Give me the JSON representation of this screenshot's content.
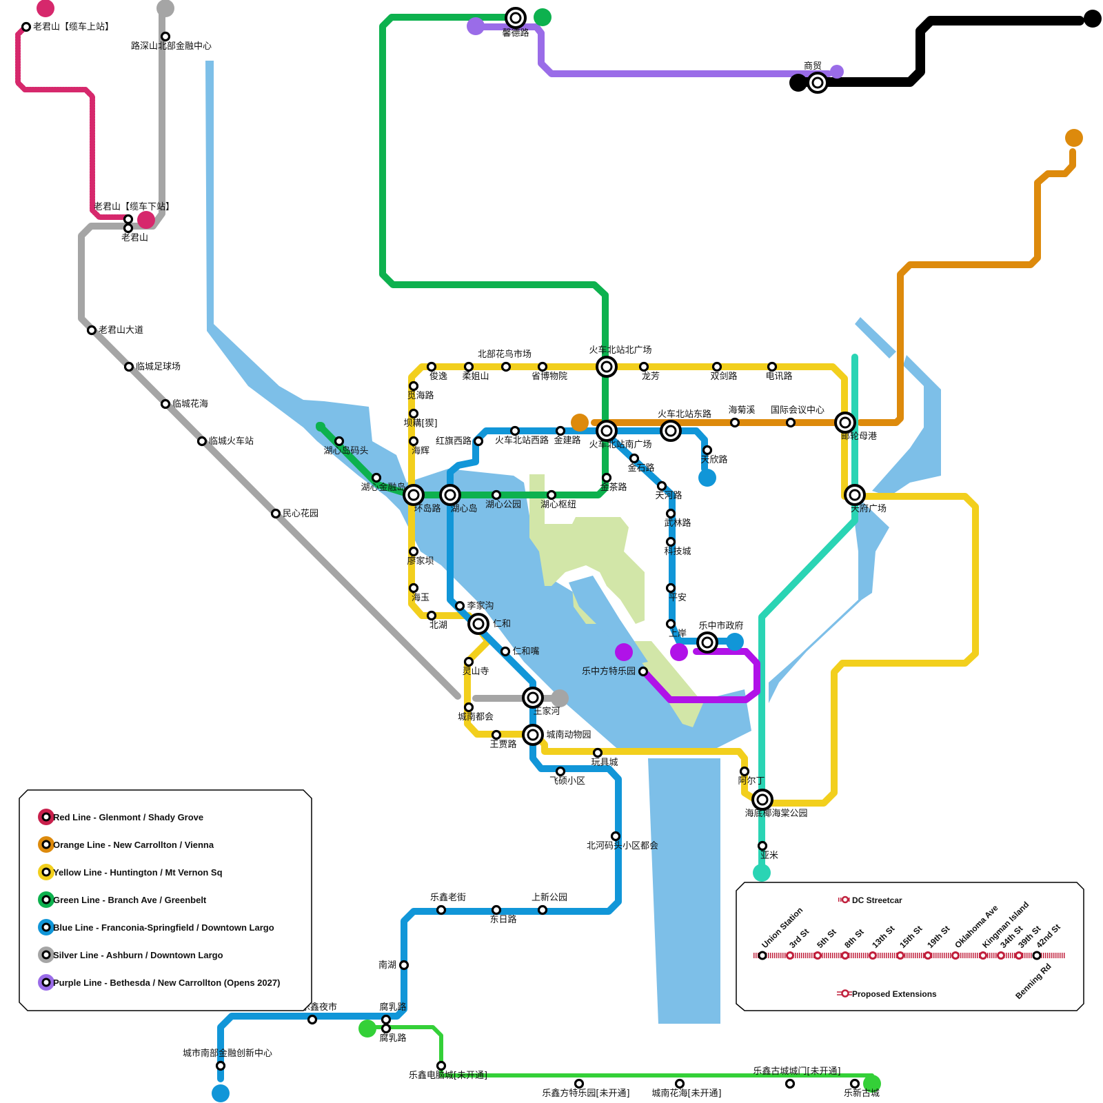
{
  "colors": {
    "red": "#d6286c",
    "orange": "#dd8a0c",
    "yellow": "#f2cf1d",
    "green": "#0db14e",
    "blue": "#1196d8",
    "silver": "#a5a5a5",
    "purple": "#9a6ce8",
    "black": "#000000",
    "teal": "#2ad4b4",
    "lightgreen": "#34d038",
    "violet": "#b012e8",
    "water": "#7dbfe8",
    "park": "#d2e6a8",
    "streetcar": "#c0203c"
  },
  "stations": [
    {
      "id": "s1",
      "name": "老君山【缆车上站】"
    },
    {
      "id": "s2",
      "name": "路深山北部金融中心"
    },
    {
      "id": "s3",
      "name": "老君山【缆车下站】"
    },
    {
      "id": "s4",
      "name": "老君山"
    },
    {
      "id": "s5",
      "name": "老君山大道"
    },
    {
      "id": "s6",
      "name": "临城足球场"
    },
    {
      "id": "s7",
      "name": "临城花海"
    },
    {
      "id": "s8",
      "name": "临城火车站"
    },
    {
      "id": "s9",
      "name": "民心花园"
    },
    {
      "id": "s10",
      "name": "馨德路"
    },
    {
      "id": "s11",
      "name": "商贸"
    },
    {
      "id": "s12",
      "name": "俊逸"
    },
    {
      "id": "s13",
      "name": "柔姐山"
    },
    {
      "id": "s14",
      "name": "北部花鸟市场"
    },
    {
      "id": "s15",
      "name": "省博物院"
    },
    {
      "id": "s16",
      "name": "火车北站北广场"
    },
    {
      "id": "s17",
      "name": "龙芳"
    },
    {
      "id": "s18",
      "name": "双剑路"
    },
    {
      "id": "s19",
      "name": "电讯路"
    },
    {
      "id": "s20",
      "name": "觅海路"
    },
    {
      "id": "s21",
      "name": "坝耩[猰]"
    },
    {
      "id": "s22",
      "name": "海辉"
    },
    {
      "id": "s23",
      "name": "湖心岛码头"
    },
    {
      "id": "s24",
      "name": "湖心金融岛"
    },
    {
      "id": "s25",
      "name": "红旗西路"
    },
    {
      "id": "s26",
      "name": "火车北站西路"
    },
    {
      "id": "s27",
      "name": "金建路"
    },
    {
      "id": "s28",
      "name": "火车北站南广场"
    },
    {
      "id": "s29",
      "name": "火车北站东路"
    },
    {
      "id": "s30",
      "name": "海菊溪"
    },
    {
      "id": "s31",
      "name": "国际会议中心"
    },
    {
      "id": "s32",
      "name": "邮轮母港"
    },
    {
      "id": "s33",
      "name": "天欣路"
    },
    {
      "id": "s34",
      "name": "金石路"
    },
    {
      "id": "s35",
      "name": "金茶路"
    },
    {
      "id": "s36",
      "name": "天河路"
    },
    {
      "id": "s37",
      "name": "武林路"
    },
    {
      "id": "s38",
      "name": "科技城"
    },
    {
      "id": "s39",
      "name": "平安"
    },
    {
      "id": "s40",
      "name": "上岸"
    },
    {
      "id": "s41",
      "name": "乐中市政府"
    },
    {
      "id": "s42",
      "name": "天府广场"
    },
    {
      "id": "s43",
      "name": "环岛路"
    },
    {
      "id": "s44",
      "name": "湖心岛"
    },
    {
      "id": "s45",
      "name": "湖心公园"
    },
    {
      "id": "s46",
      "name": "湖心枢纽"
    },
    {
      "id": "s47",
      "name": "廖家坝"
    },
    {
      "id": "s48",
      "name": "海玉"
    },
    {
      "id": "s49",
      "name": "北湖"
    },
    {
      "id": "s50",
      "name": "李家沟"
    },
    {
      "id": "s51",
      "name": "仁和"
    },
    {
      "id": "s52",
      "name": "仁和嘴"
    },
    {
      "id": "s53",
      "name": "灵山寺"
    },
    {
      "id": "s54",
      "name": "王家河"
    },
    {
      "id": "s55",
      "name": "城南都会"
    },
    {
      "id": "s56",
      "name": "王贾路"
    },
    {
      "id": "s57",
      "name": "城南动物园"
    },
    {
      "id": "s58",
      "name": "乐中方特乐园"
    },
    {
      "id": "s59",
      "name": "玩具城"
    },
    {
      "id": "s60",
      "name": "飞硕小区"
    },
    {
      "id": "s61",
      "name": "阿尔丁"
    },
    {
      "id": "s62",
      "name": "海底椰海棠公园"
    },
    {
      "id": "s63",
      "name": "北河码头小区都会"
    },
    {
      "id": "s64",
      "name": "亚米"
    },
    {
      "id": "s65",
      "name": "乐鑫老街"
    },
    {
      "id": "s66",
      "name": "上新公园"
    },
    {
      "id": "s67",
      "name": "东日路"
    },
    {
      "id": "s68",
      "name": "南湖"
    },
    {
      "id": "s69",
      "name": "乐鑫夜市"
    },
    {
      "id": "s70",
      "name": "腐乳路"
    },
    {
      "id": "s71",
      "name": "腐乳路"
    },
    {
      "id": "s72",
      "name": "城市南部金融创新中心"
    },
    {
      "id": "s73",
      "name": "乐鑫电脑城[未开通]"
    },
    {
      "id": "s74",
      "name": "乐鑫方特乐园[未开通]"
    },
    {
      "id": "s75",
      "name": "城南花海[未开通]"
    },
    {
      "id": "s76",
      "name": "乐鑫古城城门[未开通]"
    },
    {
      "id": "s77",
      "name": "乐新古城"
    }
  ],
  "legend": {
    "items": [
      {
        "color": "#c8204c",
        "label": "Red Line - Glenmont / Shady Grove"
      },
      {
        "color": "#dd8a0c",
        "label": "Orange Line - New Carrollton / Vienna"
      },
      {
        "color": "#f2cf1d",
        "label": "Yellow Line - Huntington / Mt Vernon Sq"
      },
      {
        "color": "#0db14e",
        "label": "Green Line - Branch Ave / Greenbelt"
      },
      {
        "color": "#1196d8",
        "label": "Blue Line - Franconia-Springfield / Downtown Largo"
      },
      {
        "color": "#a5a5a5",
        "label": "Silver Line - Ashburn / Downtown Largo"
      },
      {
        "color": "#9a6ce8",
        "label": "Purple Line - Bethesda / New Carrollton (Opens 2027)"
      }
    ]
  },
  "streetcar": {
    "title": "DC Streetcar",
    "stops": [
      "Union Station",
      "3rd St",
      "5th St",
      "8th St",
      "13th St",
      "15th St",
      "19th St",
      "Oklahoma Ave",
      "Kingman Island",
      "34th St",
      "39th St",
      "42nd St"
    ],
    "benning": "Benning Rd",
    "proposed": "Proposed Extensions"
  }
}
